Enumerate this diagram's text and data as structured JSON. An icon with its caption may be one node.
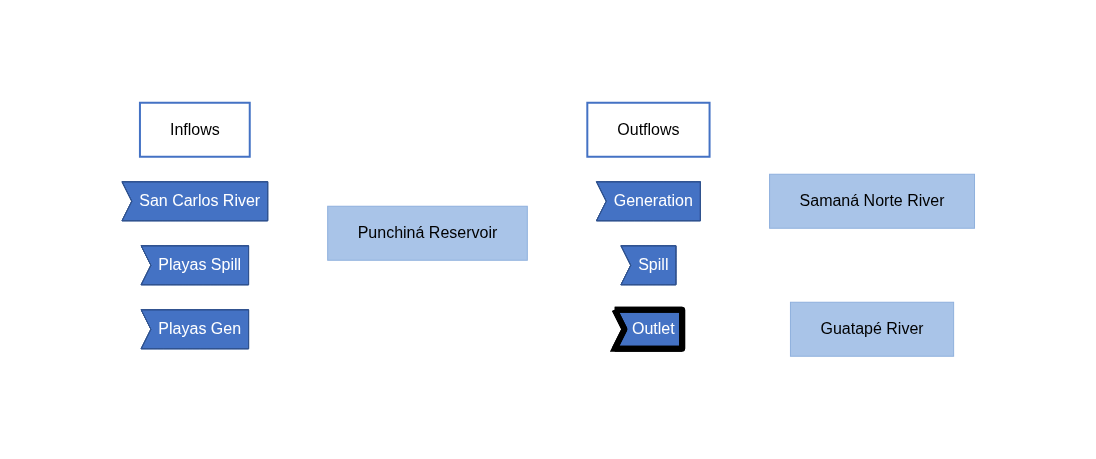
{
  "diagram": {
    "nodes": [
      {
        "text": [
          "Inflows"
        ]
      },
      {
        "text": [
          "Outflows"
        ]
      },
      {
        "text": [
          "San Carlos River"
        ]
      },
      {
        "text": [
          "Generation"
        ]
      },
      {
        "text": [
          "Samaná Norte River"
        ]
      },
      {
        "text": [
          "Playas Spill"
        ]
      },
      {
        "text": [
          "Punchiná Reservoir"
        ]
      },
      {
        "text": [
          "Spill"
        ]
      },
      {
        "text": [
          "Guatapé River"
        ]
      },
      {
        "text": [
          "Playas Gen"
        ]
      },
      {
        "text": [
          "Outlet"
        ]
      }
    ],
    "edges": []
  }
}
